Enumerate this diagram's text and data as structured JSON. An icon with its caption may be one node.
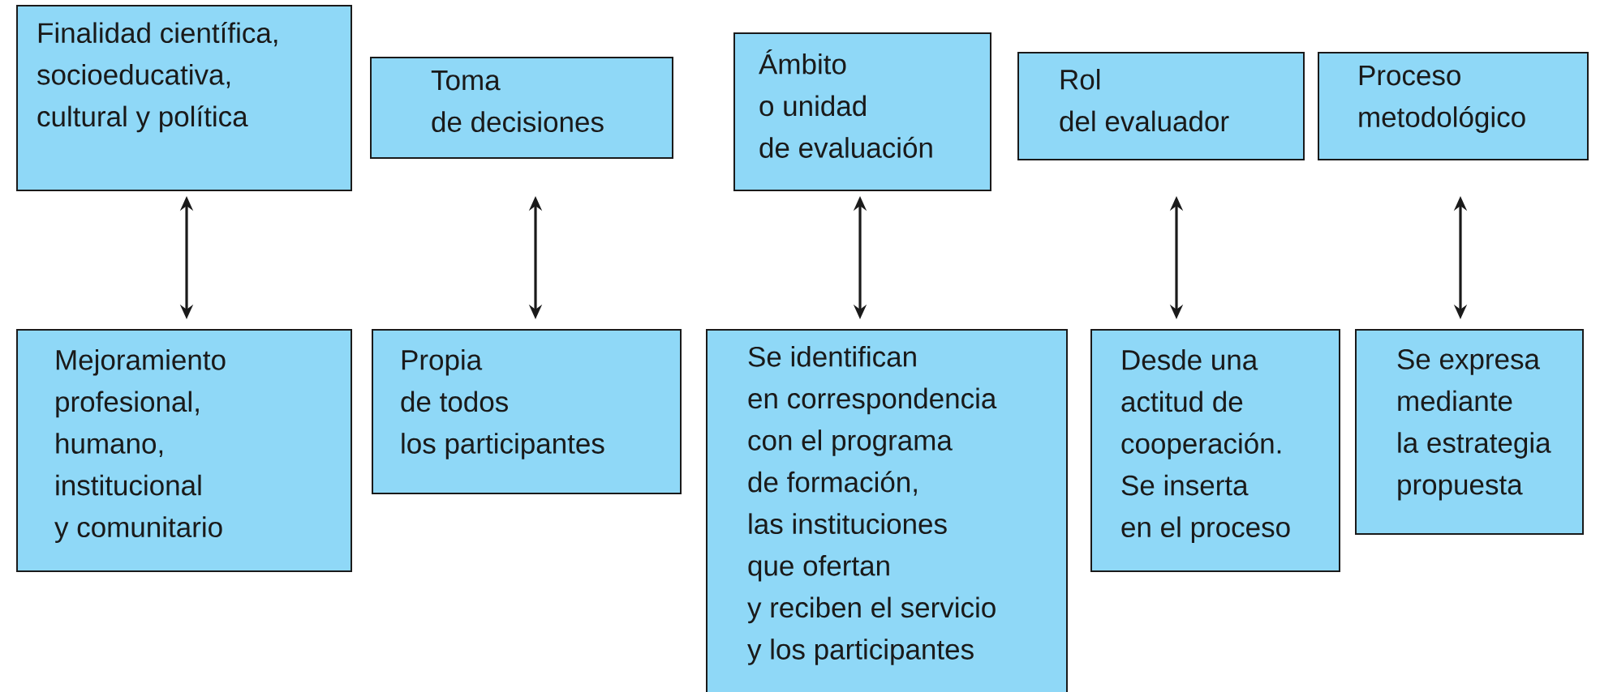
{
  "diagram": {
    "nodes": [
      {
        "text": [
          "Finalidad científica, socioeducativa, cultural y política"
        ]
      },
      {
        "text": [
          "Toma de decisiones"
        ]
      },
      {
        "text": [
          "Ámbito o unidad de evaluación"
        ]
      },
      {
        "text": [
          "Rol del evaluador"
        ]
      },
      {
        "text": [
          "Proceso metodológico"
        ]
      },
      {
        "text": [
          "Mejoramiento profesional, humano, institucional y comunitario"
        ]
      },
      {
        "text": [
          "Propia de todos los participantes"
        ]
      },
      {
        "text": [
          "Se identifican en correspondencia con el programa de formación, las instituciones que ofertan y reciben el servicio y los participantes"
        ]
      },
      {
        "text": [
          "Desde una actitud de cooperación. Se inserta en el proceso"
        ]
      },
      {
        "text": [
          "Se expresa mediante la estrategia propuesta"
        ]
      }
    ],
    "edges": [
      {
        "from": 0,
        "to": 5,
        "arrow": "both"
      },
      {
        "from": 1,
        "to": 6,
        "arrow": "both"
      },
      {
        "from": 2,
        "to": 7,
        "arrow": "both"
      },
      {
        "from": 3,
        "to": 8,
        "arrow": "both"
      },
      {
        "from": 4,
        "to": 9,
        "arrow": "both"
      }
    ]
  }
}
